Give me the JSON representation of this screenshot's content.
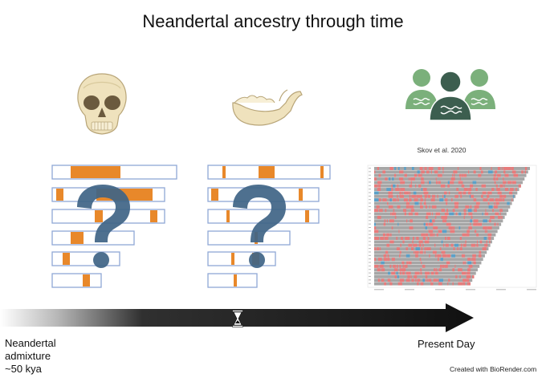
{
  "title": "Neandertal ancestry through time",
  "citation": "Skov et al. 2020",
  "timeline": {
    "start_label_lines": [
      "Neandertal",
      "admixture",
      "~50 kya"
    ],
    "end_label": "Present Day"
  },
  "credit": "Created with BioRender.com",
  "icons": {
    "skull": "skull-icon",
    "jaw": "jawbone-icon",
    "people": "people-dna-icon",
    "hourglass": "hourglass-icon",
    "question": "question-mark-icon"
  },
  "colors": {
    "archaic_segment": "#e8882a",
    "chromosome_border": "#8fa7d6",
    "question_mark": "#3f6485",
    "people_light": "#7bb07b",
    "people_dark": "#3c5e4f",
    "timeline_dark": "#111111"
  }
}
